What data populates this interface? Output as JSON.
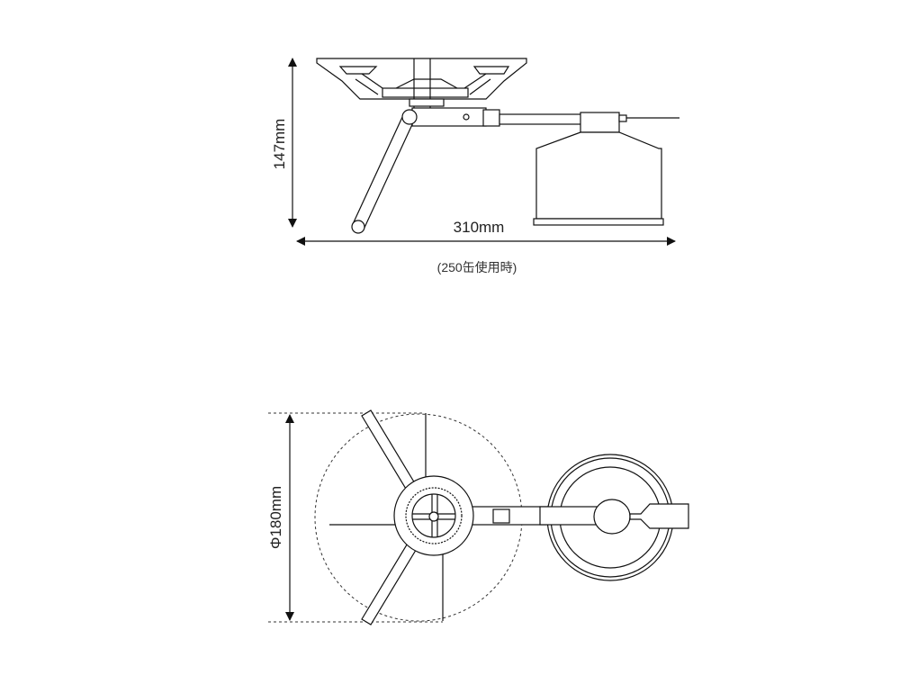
{
  "side_view": {
    "height_label": "147mm",
    "width_label": "310mm",
    "width_note": "(250缶使用時)"
  },
  "top_view": {
    "diameter_label": "Φ180mm"
  }
}
